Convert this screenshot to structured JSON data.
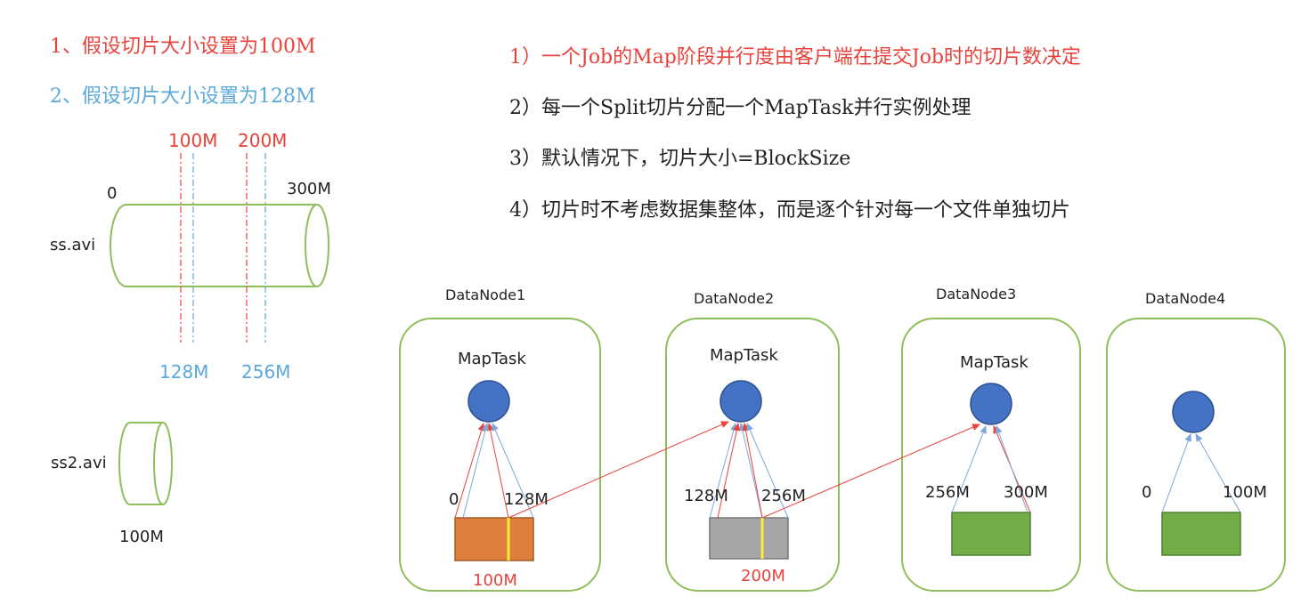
{
  "cases": {
    "case1": "1、假设切片大小设置为100M",
    "case2": "2、假设切片大小设置为128M"
  },
  "rules": [
    "1）一个Job的Map阶段并行度由客户端在提交Job时的切片数决定",
    "2）每一个Split切片分配一个MapTask并行实例处理",
    "3）默认情况下，切片大小=BlockSize",
    "4）切片时不考虑数据集整体，而是逐个针对每一个文件单独切片"
  ],
  "file1": {
    "name": "ss.avi",
    "start": "0",
    "end": "300M",
    "cuts_100": [
      "100M",
      "200M"
    ],
    "cuts_128": [
      "128M",
      "256M"
    ]
  },
  "file2": {
    "name": "ss2.avi",
    "size": "100M"
  },
  "nodes": [
    {
      "name": "DataNode1",
      "task": "MapTask",
      "left_label": "0",
      "right_label": "128M",
      "bottom_label": "100M",
      "block_color": "#e07f3d"
    },
    {
      "name": "DataNode2",
      "task": "MapTask",
      "left_label": "128M",
      "right_label": "256M",
      "bottom_label": "200M",
      "block_color": "#a6a6a6"
    },
    {
      "name": "DataNode3",
      "task": "MapTask",
      "left_label": "256M",
      "right_label": "300M",
      "bottom_label": "",
      "block_color": "#70ad47"
    },
    {
      "name": "DataNode4",
      "task": "",
      "left_label": "0",
      "right_label": "100M",
      "bottom_label": "",
      "block_color": "#70ad47"
    }
  ],
  "colors": {
    "red": "#e8423b",
    "blue": "#5aa8dc",
    "green": "#8fbf5a",
    "task_circle": "#4472c4",
    "split_marker": "#ffee33"
  }
}
